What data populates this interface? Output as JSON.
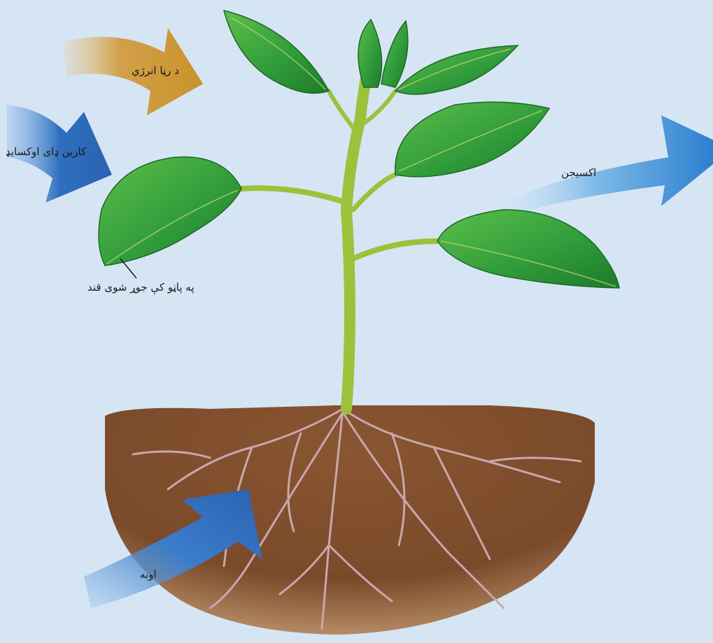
{
  "labels": {
    "light_energy": "د رڼا انرژي",
    "carbon_dioxide": "کاربن ډای اوکسایډ",
    "oxygen": "اکسیجن",
    "sugar": "په پاڼو کې جوړ شوی قند",
    "water": "اوبه"
  },
  "colors": {
    "background": "#d6e5f4",
    "light_arrow": "#c9922a",
    "co2_arrow": "#2f6fc0",
    "oxygen_arrow": "#2e7fd0",
    "water_arrow": "#2f6fc0",
    "leaf": "#2f9a3a",
    "stem": "#9bc23a",
    "soil": "#7a4a2a",
    "root": "#c8a2a8"
  }
}
